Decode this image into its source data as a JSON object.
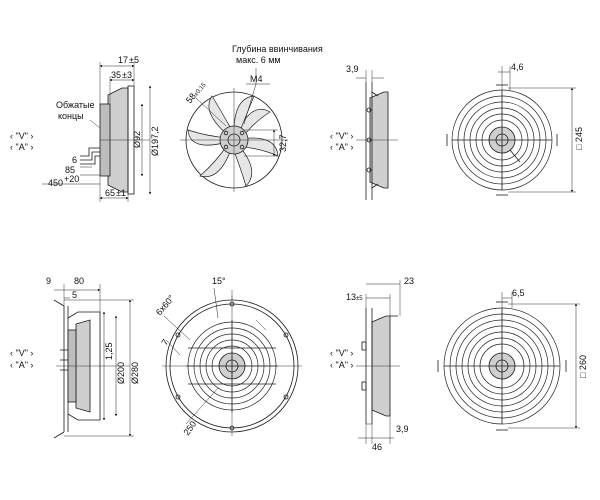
{
  "diagram": {
    "top_left_view": {
      "annotation_crimped_ends": [
        "Обжатые",
        "концы"
      ],
      "view_marks": [
        "\"V\"",
        "\"A\""
      ],
      "dims": {
        "d17": "17",
        "d17_tol": "±5",
        "d35": "35",
        "d35_tol": "±3",
        "d6": "6",
        "d85": "85",
        "d450": "450",
        "d450_tol": "+20",
        "d65": "65",
        "d65_tol": "±1",
        "d92": "Ø92",
        "d197": "Ø197,2"
      }
    },
    "top_rotor_view": {
      "annotation_depth": [
        "Глубина ввинчивания",
        "макс. 6 мм"
      ],
      "dims": {
        "d58": "58",
        "d58_tol": "±0,15",
        "m4": "M4",
        "d32": "32,7"
      }
    },
    "top_guard_side": {
      "view_marks": [
        "\"V\"",
        "\"A\""
      ],
      "dims": {
        "d3_9": "3,9"
      }
    },
    "top_guard_front": {
      "dims": {
        "d4_6": "4,6",
        "d245": "□ 245"
      }
    },
    "bottom_left_view": {
      "view_marks": [
        "\"V\"",
        "\"A\""
      ],
      "dims": {
        "d9": "9",
        "d80": "80",
        "d5": "5",
        "d1_25": "1,25",
        "d200": "Ø200",
        "d280": "Ø280"
      }
    },
    "bottom_rotor_view": {
      "dims": {
        "d6x60": "6x60°",
        "d15": "15°",
        "d7": "7",
        "d250": "250"
      }
    },
    "bottom_guard_side": {
      "view_marks": [
        "\"V\"",
        "\"A\""
      ],
      "dims": {
        "d13": "13",
        "d13_tol": "±5",
        "d23": "23",
        "d46": "46",
        "d3_9": "3,9"
      }
    },
    "bottom_guard_front": {
      "dims": {
        "d6_5": "6,5",
        "d260": "□ 260"
      }
    }
  }
}
